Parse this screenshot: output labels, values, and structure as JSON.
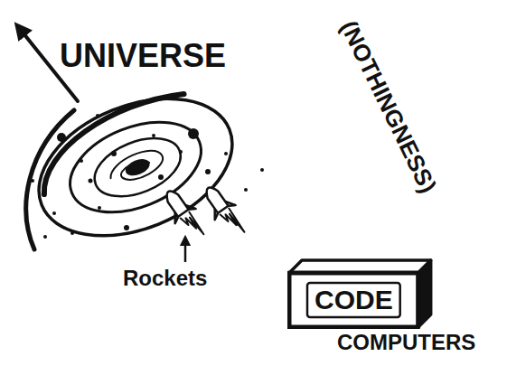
{
  "diagram": {
    "nodes": [
      {
        "text": [
          "CODE",
          "COMPUTERS"
        ]
      }
    ],
    "labels": [
      "UNIVERSE",
      "(NOTHINGNESS)",
      "Rockets"
    ]
  }
}
